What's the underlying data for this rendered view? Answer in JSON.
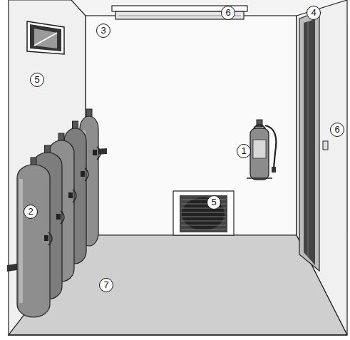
{
  "diagram": {
    "labels": [
      "6",
      "4",
      "3",
      "5",
      "6",
      "1",
      "5",
      "2",
      "7"
    ]
  }
}
